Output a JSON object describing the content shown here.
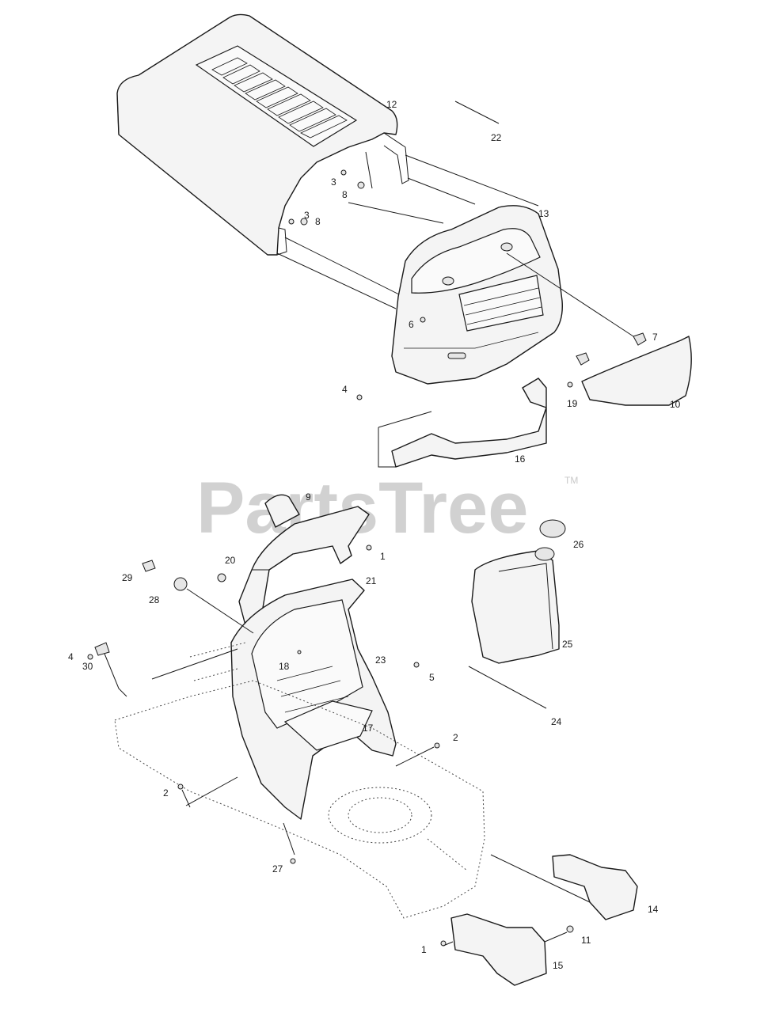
{
  "watermark": {
    "text": "PartsTree",
    "trademark": "TM"
  },
  "callouts": [
    "1",
    "1",
    "2",
    "2",
    "3",
    "3",
    "4",
    "4",
    "5",
    "6",
    "7",
    "8",
    "8",
    "9",
    "10",
    "11",
    "12",
    "13",
    "14",
    "15",
    "16",
    "17",
    "18",
    "19",
    "20",
    "21",
    "22",
    "23",
    "24",
    "25",
    "26",
    "27",
    "28",
    "29",
    "30"
  ]
}
